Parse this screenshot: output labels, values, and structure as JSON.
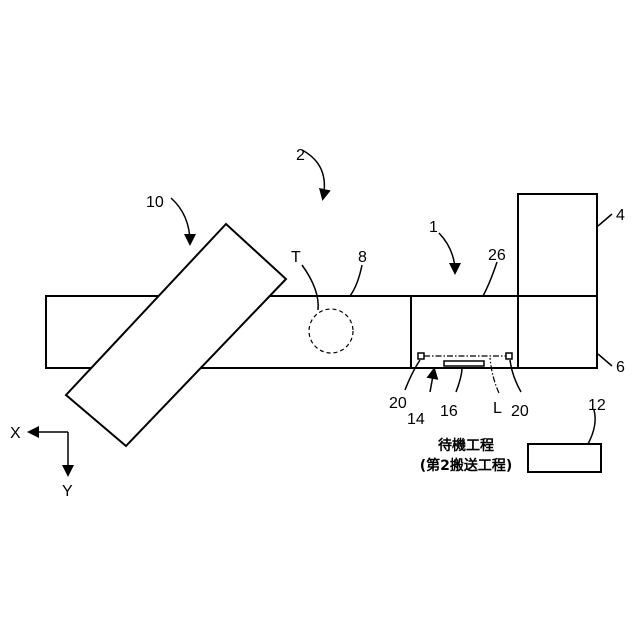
{
  "labels": {
    "system": "2",
    "robot": "10",
    "target": "T",
    "conveyor": "8",
    "station": "1",
    "station_top": "26",
    "upper_unit": "4",
    "lower_unit": "6",
    "sensor_left": "20",
    "sensor_right": "20",
    "arrow_14": "14",
    "element_16": "16",
    "line_L": "L",
    "controller": "12",
    "axis_x": "X",
    "axis_y": "Y"
  },
  "caption": {
    "line1": "待機工程",
    "line2": "(第2搬送工程)"
  }
}
